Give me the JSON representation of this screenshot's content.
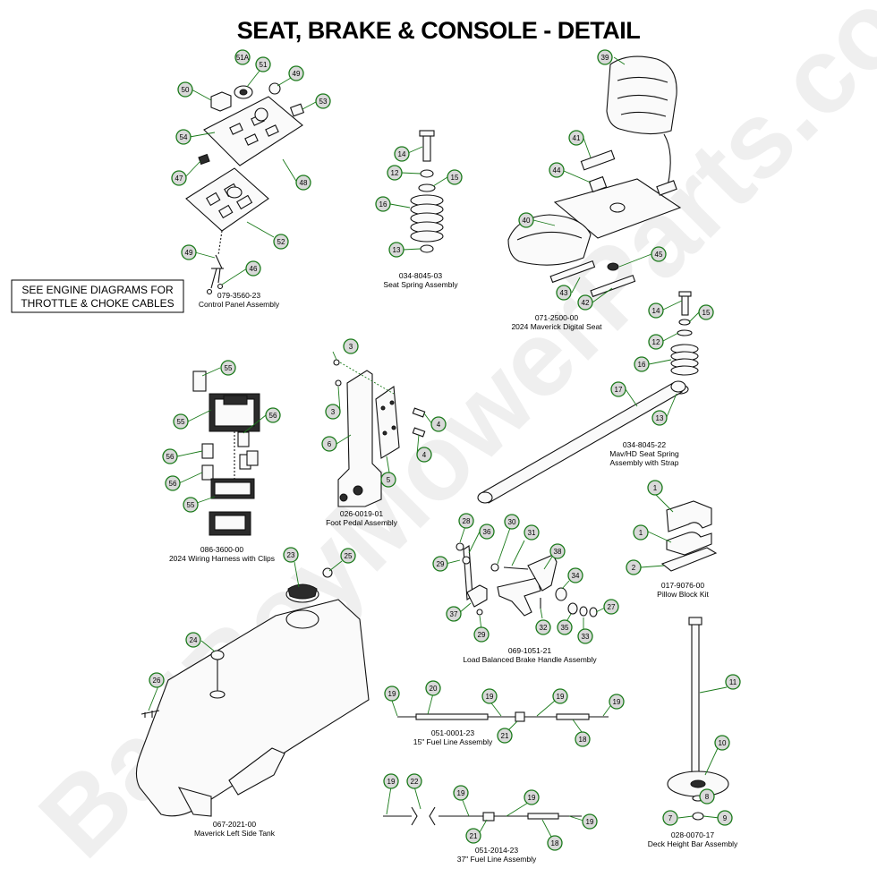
{
  "title": "SEAT, BRAKE & CONSOLE - DETAIL",
  "watermark": "BadBoyMowerParts.com",
  "note": {
    "line1": "SEE ENGINE DIAGRAMS FOR",
    "line2": "THROTTLE & CHOKE CABLES"
  },
  "captions": {
    "control_panel": [
      "079-3560-23",
      "Control Panel Assembly"
    ],
    "seat_spring": [
      "034-8045-03",
      "Seat Spring Assembly"
    ],
    "digital_seat": [
      "071-2500-00",
      "2024 Maverick Digital Seat"
    ],
    "wiring": [
      "086-3600-00",
      "2024 Wiring Harness with Clips"
    ],
    "foot_pedal": [
      "026-0019-01",
      "Foot Pedal Assembly"
    ],
    "hd_spring": [
      "034-8045-22",
      "Mav/HD Seat Spring",
      "Assembly with Strap"
    ],
    "pillow_block": [
      "017-9076-00",
      "Pillow Block Kit"
    ],
    "brake_handle": [
      "069-1051-21",
      "Load Balanced Brake Handle Assembly"
    ],
    "tank": [
      "067-2021-00",
      "Maverick Left Side Tank"
    ],
    "fuel15": [
      "051-0001-23",
      "15\" Fuel Line Assembly"
    ],
    "fuel37": [
      "051-2014-23",
      "37\" Fuel Line Assembly"
    ],
    "deck_bar": [
      "028-0070-17",
      "Deck Height Bar Assembly"
    ]
  },
  "callouts": {
    "c51a": "51A",
    "c51": "51",
    "c49a": "49",
    "c50": "50",
    "c53": "53",
    "c54": "54",
    "c47": "47",
    "c48": "48",
    "c52": "52",
    "c49b": "49",
    "c46": "46",
    "c14a": "14",
    "c12a": "12",
    "c15a": "15",
    "c16a": "16",
    "c13a": "13",
    "c39": "39",
    "c41": "41",
    "c44": "44",
    "c40": "40",
    "c45": "45",
    "c43": "43",
    "c42": "42",
    "c14b": "14",
    "c15b": "15",
    "c12b": "12",
    "c16b": "16",
    "c17": "17",
    "c13b": "13",
    "c55a": "55",
    "c55b": "55",
    "c56a": "56",
    "c56b": "56",
    "c56c": "56",
    "c55c": "55",
    "c3a": "3",
    "c3b": "3",
    "c4a": "4",
    "c4b": "4",
    "c6": "6",
    "c5": "5",
    "c1a": "1",
    "c1b": "1",
    "c2": "2",
    "c28": "28",
    "c36": "36",
    "c30": "30",
    "c31": "31",
    "c38": "38",
    "c29a": "29",
    "c34": "34",
    "c37": "37",
    "c32": "32",
    "c35": "35",
    "c33": "33",
    "c27": "27",
    "c29b": "29",
    "c23": "23",
    "c25": "25",
    "c24": "24",
    "c26": "26",
    "c19a": "19",
    "c20": "20",
    "c19b": "19",
    "c19c": "19",
    "c19d": "19",
    "c21a": "21",
    "c18a": "18",
    "c19e": "19",
    "c22": "22",
    "c19f": "19",
    "c19g": "19",
    "c19h": "19",
    "c21b": "21",
    "c18b": "18",
    "c11": "11",
    "c10": "10",
    "c8": "8",
    "c7": "7",
    "c9": "9"
  }
}
